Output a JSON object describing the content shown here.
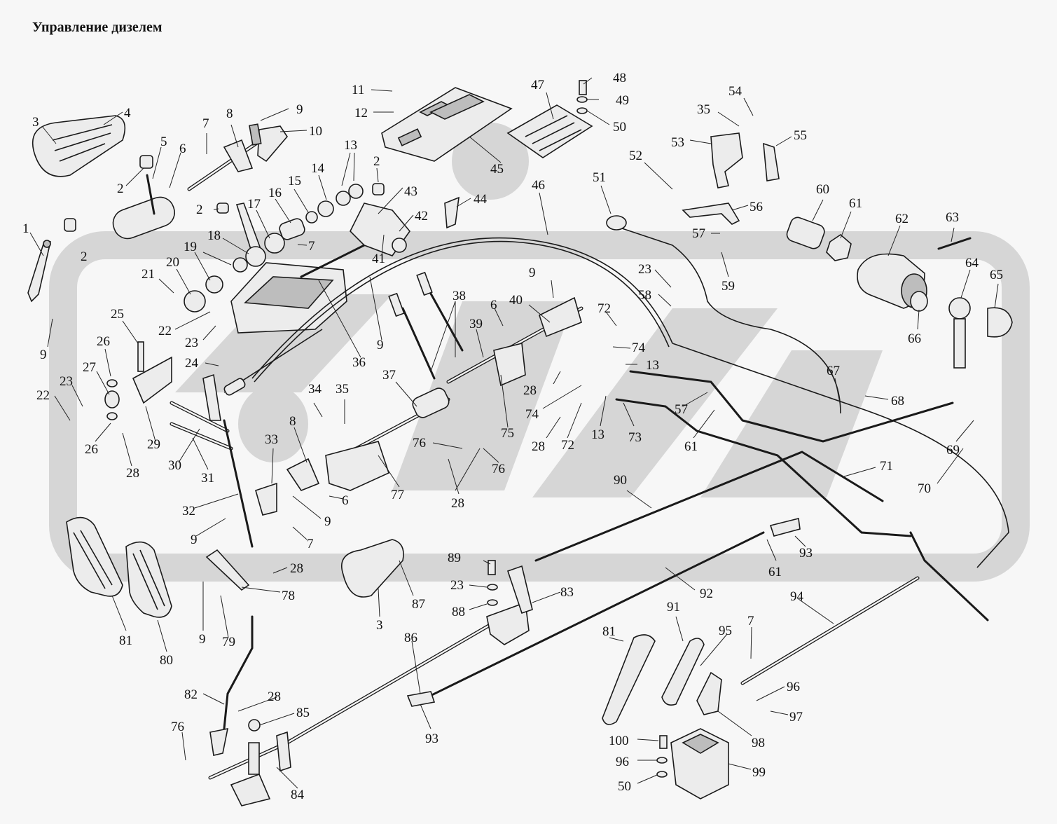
{
  "title": "Управление дизелем",
  "callouts": [
    {
      "id": "c-3a",
      "text": "3"
    },
    {
      "id": "c-4",
      "text": "4"
    },
    {
      "id": "c-5",
      "text": "5"
    },
    {
      "id": "c-6a",
      "text": "6"
    },
    {
      "id": "c-2a",
      "text": "2"
    },
    {
      "id": "c-2b",
      "text": "2"
    },
    {
      "id": "c-1",
      "text": "1"
    },
    {
      "id": "c-9a",
      "text": "9"
    },
    {
      "id": "c-7a",
      "text": "7"
    },
    {
      "id": "c-8a",
      "text": "8"
    },
    {
      "id": "c-9b",
      "text": "9"
    },
    {
      "id": "c-10",
      "text": "10"
    },
    {
      "id": "c-11",
      "text": "11"
    },
    {
      "id": "c-12",
      "text": "12"
    },
    {
      "id": "c-13a",
      "text": "13"
    },
    {
      "id": "c-2c",
      "text": "2"
    },
    {
      "id": "c-14",
      "text": "14"
    },
    {
      "id": "c-15",
      "text": "15"
    },
    {
      "id": "c-16",
      "text": "16"
    },
    {
      "id": "c-17",
      "text": "17"
    },
    {
      "id": "c-2d",
      "text": "2"
    },
    {
      "id": "c-18",
      "text": "18"
    },
    {
      "id": "c-7b",
      "text": "7"
    },
    {
      "id": "c-19",
      "text": "19"
    },
    {
      "id": "c-20",
      "text": "20"
    },
    {
      "id": "c-21",
      "text": "21"
    },
    {
      "id": "c-22a",
      "text": "22"
    },
    {
      "id": "c-23a",
      "text": "23"
    },
    {
      "id": "c-25",
      "text": "25"
    },
    {
      "id": "c-26a",
      "text": "26"
    },
    {
      "id": "c-27",
      "text": "27"
    },
    {
      "id": "c-23b",
      "text": "23"
    },
    {
      "id": "c-22b",
      "text": "22"
    },
    {
      "id": "c-26b",
      "text": "26"
    },
    {
      "id": "c-28a",
      "text": "28"
    },
    {
      "id": "c-29",
      "text": "29"
    },
    {
      "id": "c-24",
      "text": "24"
    },
    {
      "id": "c-30",
      "text": "30"
    },
    {
      "id": "c-31",
      "text": "31"
    },
    {
      "id": "c-32",
      "text": "32"
    },
    {
      "id": "c-9c",
      "text": "9"
    },
    {
      "id": "c-33",
      "text": "33"
    },
    {
      "id": "c-8b",
      "text": "8"
    },
    {
      "id": "c-34",
      "text": "34"
    },
    {
      "id": "c-35a",
      "text": "35"
    },
    {
      "id": "c-36",
      "text": "36"
    },
    {
      "id": "c-37",
      "text": "37"
    },
    {
      "id": "c-9d",
      "text": "9"
    },
    {
      "id": "c-6b",
      "text": "6"
    },
    {
      "id": "c-9e",
      "text": "9"
    },
    {
      "id": "c-7c",
      "text": "7"
    },
    {
      "id": "c-28b",
      "text": "28"
    },
    {
      "id": "c-78",
      "text": "78"
    },
    {
      "id": "c-9f",
      "text": "9"
    },
    {
      "id": "c-79",
      "text": "79"
    },
    {
      "id": "c-81a",
      "text": "81"
    },
    {
      "id": "c-80",
      "text": "80"
    },
    {
      "id": "c-43",
      "text": "43"
    },
    {
      "id": "c-42",
      "text": "42"
    },
    {
      "id": "c-41",
      "text": "41"
    },
    {
      "id": "c-44",
      "text": "44"
    },
    {
      "id": "c-45",
      "text": "45"
    },
    {
      "id": "c-46",
      "text": "46"
    },
    {
      "id": "c-38",
      "text": "38"
    },
    {
      "id": "c-39",
      "text": "39"
    },
    {
      "id": "c-40",
      "text": "40"
    },
    {
      "id": "c-6c",
      "text": "6"
    },
    {
      "id": "c-9g",
      "text": "9"
    },
    {
      "id": "c-47",
      "text": "47"
    },
    {
      "id": "c-48",
      "text": "48"
    },
    {
      "id": "c-49",
      "text": "49"
    },
    {
      "id": "c-50a",
      "text": "50"
    },
    {
      "id": "c-51",
      "text": "51"
    },
    {
      "id": "c-52",
      "text": "52"
    },
    {
      "id": "c-53",
      "text": "53"
    },
    {
      "id": "c-35b",
      "text": "35"
    },
    {
      "id": "c-54",
      "text": "54"
    },
    {
      "id": "c-55",
      "text": "55"
    },
    {
      "id": "c-56",
      "text": "56"
    },
    {
      "id": "c-57a",
      "text": "57"
    },
    {
      "id": "c-59",
      "text": "59"
    },
    {
      "id": "c-23c",
      "text": "23"
    },
    {
      "id": "c-58",
      "text": "58"
    },
    {
      "id": "c-60",
      "text": "60"
    },
    {
      "id": "c-61a",
      "text": "61"
    },
    {
      "id": "c-62",
      "text": "62"
    },
    {
      "id": "c-63",
      "text": "63"
    },
    {
      "id": "c-64",
      "text": "64"
    },
    {
      "id": "c-65",
      "text": "65"
    },
    {
      "id": "c-66",
      "text": "66"
    },
    {
      "id": "c-72a",
      "text": "72"
    },
    {
      "id": "c-74a",
      "text": "74"
    },
    {
      "id": "c-13b",
      "text": "13"
    },
    {
      "id": "c-28c",
      "text": "28"
    },
    {
      "id": "c-74b",
      "text": "74"
    },
    {
      "id": "c-72b",
      "text": "72"
    },
    {
      "id": "c-28d",
      "text": "28"
    },
    {
      "id": "c-13c",
      "text": "13"
    },
    {
      "id": "c-73",
      "text": "73"
    },
    {
      "id": "c-57b",
      "text": "57"
    },
    {
      "id": "c-61b",
      "text": "61"
    },
    {
      "id": "c-75",
      "text": "75"
    },
    {
      "id": "c-76a",
      "text": "76"
    },
    {
      "id": "c-76b",
      "text": "76"
    },
    {
      "id": "c-28e",
      "text": "28"
    },
    {
      "id": "c-77",
      "text": "77"
    },
    {
      "id": "c-67",
      "text": "67"
    },
    {
      "id": "c-68",
      "text": "68"
    },
    {
      "id": "c-69",
      "text": "69"
    },
    {
      "id": "c-70",
      "text": "70"
    },
    {
      "id": "c-71",
      "text": "71"
    },
    {
      "id": "c-90",
      "text": "90"
    },
    {
      "id": "c-93a",
      "text": "93"
    },
    {
      "id": "c-61c",
      "text": "61"
    },
    {
      "id": "c-89",
      "text": "89"
    },
    {
      "id": "c-23d",
      "text": "23"
    },
    {
      "id": "c-88",
      "text": "88"
    },
    {
      "id": "c-83",
      "text": "83"
    },
    {
      "id": "c-92",
      "text": "92"
    },
    {
      "id": "c-87",
      "text": "87"
    },
    {
      "id": "c-3b",
      "text": "3"
    },
    {
      "id": "c-94",
      "text": "94"
    },
    {
      "id": "c-86",
      "text": "86"
    },
    {
      "id": "c-81b",
      "text": "81"
    },
    {
      "id": "c-91",
      "text": "91"
    },
    {
      "id": "c-95",
      "text": "95"
    },
    {
      "id": "c-7d",
      "text": "7"
    },
    {
      "id": "c-96a",
      "text": "96"
    },
    {
      "id": "c-97",
      "text": "97"
    },
    {
      "id": "c-98",
      "text": "98"
    },
    {
      "id": "c-82",
      "text": "82"
    },
    {
      "id": "c-28f",
      "text": "28"
    },
    {
      "id": "c-85",
      "text": "85"
    },
    {
      "id": "c-76c",
      "text": "76"
    },
    {
      "id": "c-84",
      "text": "84"
    },
    {
      "id": "c-93b",
      "text": "93"
    },
    {
      "id": "c-100",
      "text": "100"
    },
    {
      "id": "c-96b",
      "text": "96"
    },
    {
      "id": "c-50b",
      "text": "50"
    },
    {
      "id": "c-99",
      "text": "99"
    }
  ]
}
